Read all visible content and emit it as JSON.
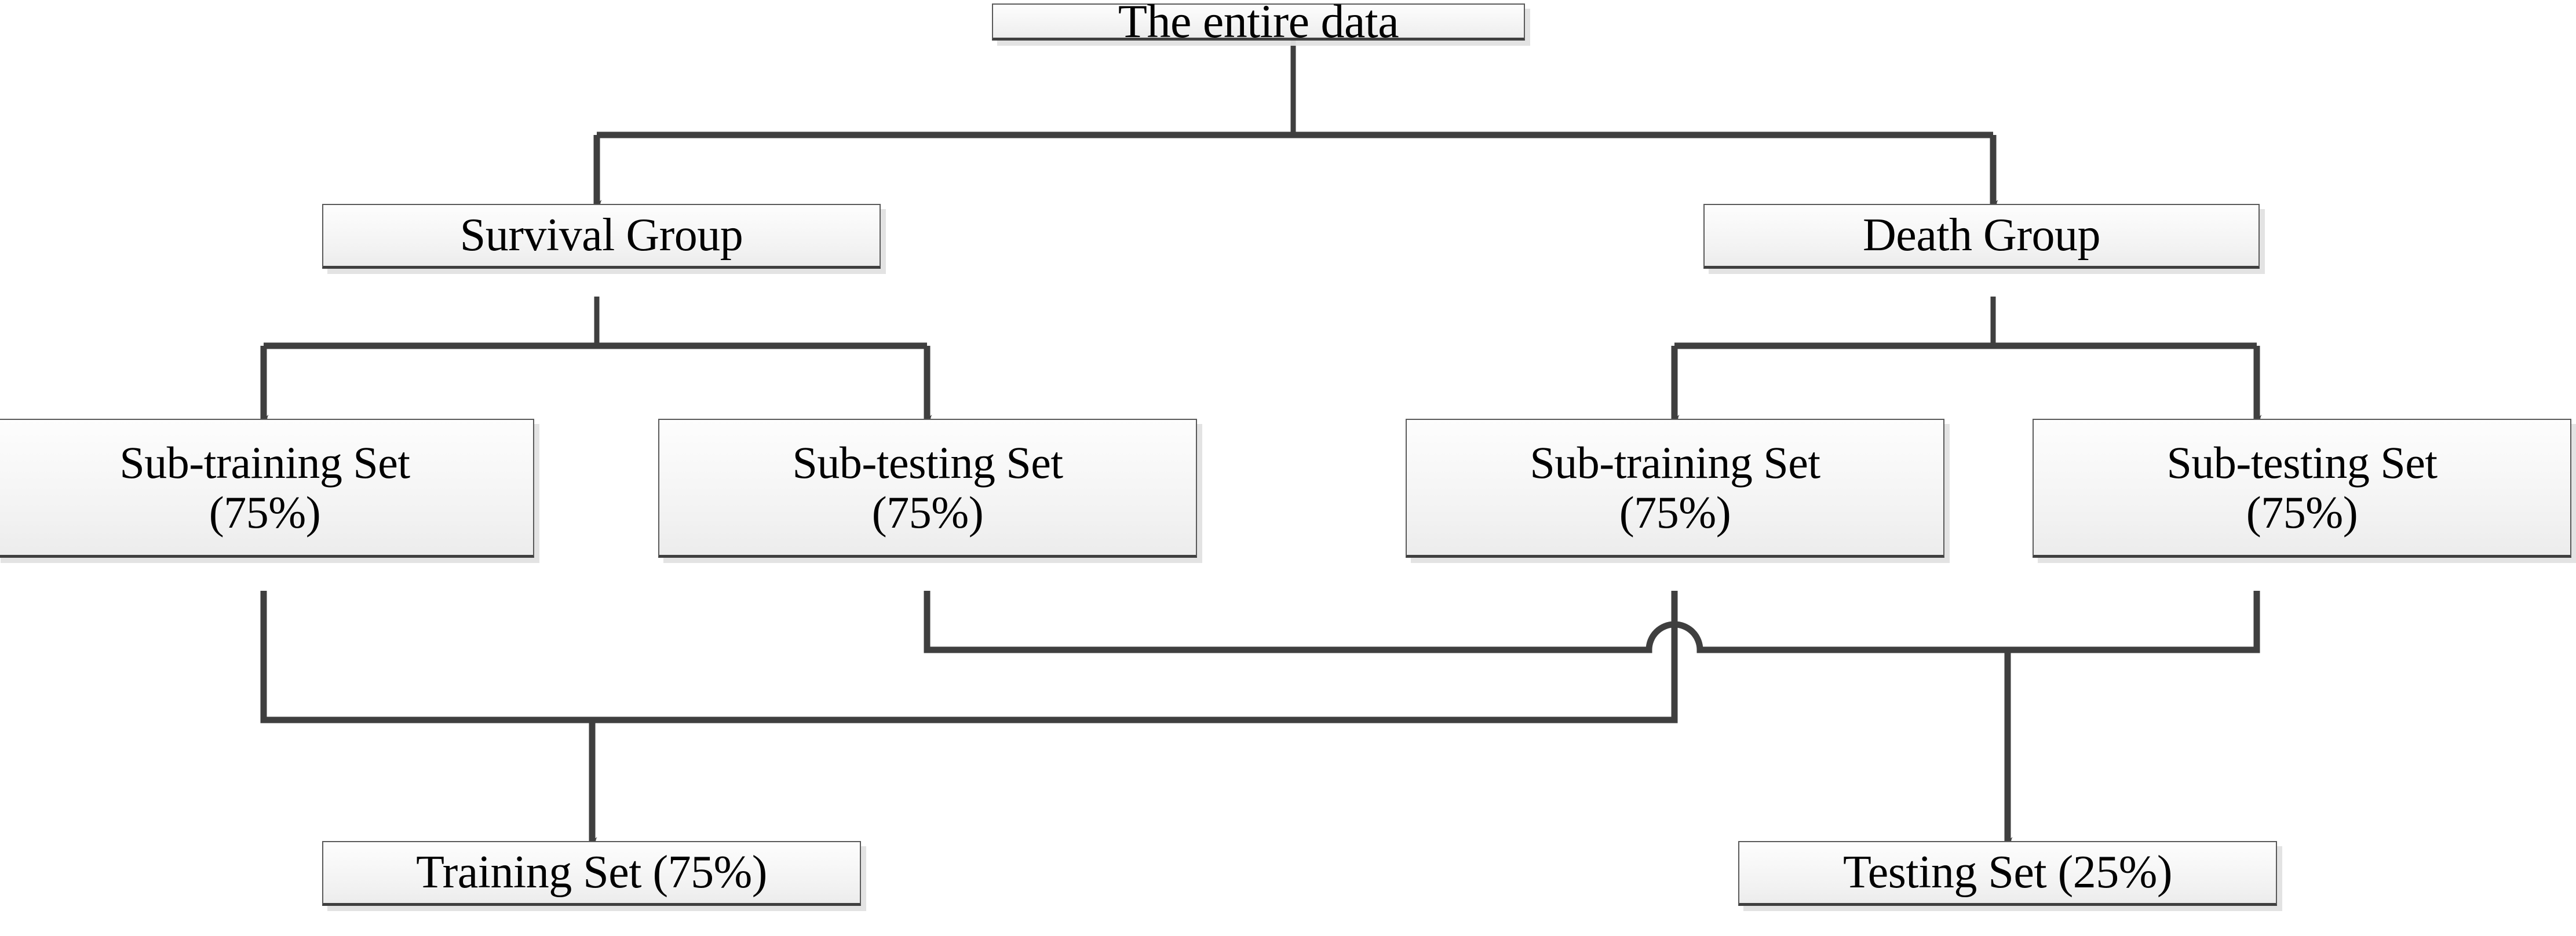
{
  "diagram": {
    "title": "Data splitting flowchart",
    "palette": {
      "line": "#3f3f3f",
      "node_border": "#5a5a5a",
      "node_fill_top": "#fdfdfd",
      "node_fill_bottom": "#ececec",
      "shadow": "#e2e2e2",
      "text": "#000000",
      "background": "#ffffff"
    },
    "nodes": {
      "entire_data": {
        "label": "The entire data"
      },
      "survival_group": {
        "label": "Survival Group"
      },
      "death_group": {
        "label": "Death Group"
      },
      "sub_training_survival": {
        "line1": "Sub-training Set",
        "line2": "(75%)"
      },
      "sub_testing_survival": {
        "line1": "Sub-testing Set",
        "line2": "(75%)"
      },
      "sub_training_death": {
        "line1": "Sub-training Set",
        "line2": "(75%)"
      },
      "sub_testing_death": {
        "line1": "Sub-testing Set",
        "line2": "(75%)"
      },
      "training_set": {
        "label": "Training Set (75%)"
      },
      "testing_set": {
        "label": "Testing Set (25%)"
      }
    },
    "edges": [
      {
        "from": "entire_data",
        "to": "survival_group",
        "arrow": true
      },
      {
        "from": "entire_data",
        "to": "death_group",
        "arrow": true
      },
      {
        "from": "survival_group",
        "to": "sub_training_survival",
        "arrow": true
      },
      {
        "from": "survival_group",
        "to": "sub_testing_survival",
        "arrow": true
      },
      {
        "from": "death_group",
        "to": "sub_training_death",
        "arrow": true
      },
      {
        "from": "death_group",
        "to": "sub_testing_death",
        "arrow": true
      },
      {
        "from": "sub_training_survival",
        "to": "training_set",
        "arrow": true
      },
      {
        "from": "sub_training_death",
        "to": "training_set",
        "arrow": true
      },
      {
        "from": "sub_testing_survival",
        "to": "testing_set",
        "arrow": true
      },
      {
        "from": "sub_testing_death",
        "to": "testing_set",
        "arrow": true
      }
    ]
  }
}
